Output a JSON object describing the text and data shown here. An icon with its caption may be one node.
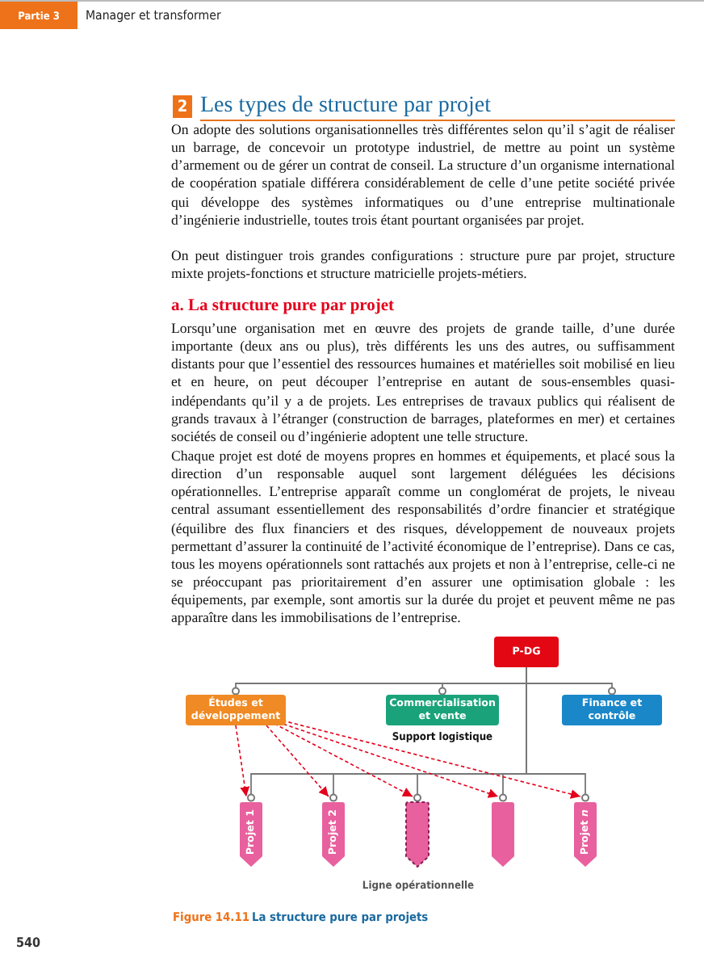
{
  "diagram": {
    "caption": "La structure pure par projets",
    "nodes": [
      {
        "text": [
          "P-DG"
        ]
      },
      {
        "text": [
          "Études et développement"
        ]
      },
      {
        "text": [
          "Commercialisation et vente"
        ],
        "beside": [
          "Support logistique"
        ]
      },
      {
        "text": [
          "Finance et contrôle"
        ]
      },
      {
        "text": [
          "Projet 1"
        ]
      },
      {
        "text": [
          "Projet 2"
        ]
      },
      {
        "text": [],
        "shape": "box"
      },
      {
        "text": [],
        "shape": "box"
      },
      {
        "text": [
          "Projet *n*"
        ]
      }
    ],
    "edges": [
      {
        "from": 0,
        "to": 1,
        "arrow": "other"
      },
      {
        "from": 0,
        "to": 2,
        "arrow": "other"
      },
      {
        "from": 0,
        "to": 3,
        "arrow": "other"
      },
      {
        "from": 0,
        "to": 4,
        "arrow": "other"
      },
      {
        "from": 0,
        "to": 5,
        "arrow": "other"
      },
      {
        "from": 0,
        "to": 6,
        "arrow": "other"
      },
      {
        "from": 0,
        "to": 7,
        "arrow": "other"
      },
      {
        "from": 0,
        "to": 8,
        "arrow": "other"
      },
      {
        "from": 1,
        "to": 4,
        "arrow": "to",
        "style": "dashed",
        "color": "#e3001b"
      },
      {
        "from": 1,
        "to": 5,
        "arrow": "to",
        "style": "dashed",
        "color": "#e3001b"
      },
      {
        "from": 1,
        "to": 6,
        "arrow": "to",
        "style": "dashed",
        "color": "#e3001b"
      },
      {
        "from": 1,
        "to": 7,
        "arrow": "to",
        "style": "dashed",
        "color": "#e3001b"
      },
      {
        "from": 1,
        "to": 8,
        "arrow": "to",
        "style": "dashed",
        "color": "#e3001b"
      }
    ],
    "labels": [
      "Partie 3",
      "Manager et transformer",
      "2",
      "Les types de structure par projet",
      "On adopte des solutions organisationnelles très différentes selon qu’il s’agit de réaliser un barrage, de concevoir un prototype industriel, de mettre au point un système d’armement ou de gérer un contrat de conseil. La structure d’un organisme international de coopération spatiale différera considérablement de celle d’une petite société privée qui développe des systèmes informatiques ou d’une entreprise multinationale d’ingénierie industrielle, toutes trois étant pourtant organisées par projet.",
      "On peut distinguer trois grandes configurations : structure pure par projet, structure mixte projets-fonctions et structure matricielle projets-métiers.",
      "a. La structure pure par projet",
      "Lorsqu’une organisation met en œuvre des projets de grande taille, d’une durée importante (deux ans ou plus), très différents les uns des autres, ou suffisamment distants pour que l’essentiel des ressources humaines et matérielles soit mobilisé en lieu et en heure, on peut découper l’entreprise en autant de sous-ensembles quasi-indépendants qu’il y a de projets. Les entreprises de travaux publics qui réalisent de grands travaux à l’étranger (construction de barrages, plateformes en mer) et certaines sociétés de conseil ou d’ingénierie adoptent une telle structure.",
      "Chaque projet est doté de moyens propres en hommes et équipements, et placé sous la direction d’un responsable auquel sont largement déléguées les décisions opérationnelles. L’entreprise apparaît comme un conglomérat de projets, le niveau central assumant essentiellement des responsabilités d’ordre financier et stratégique (équilibre des flux financiers et des risques, développement de nouveaux projets permettant d’assurer la continuité de l’activité économique de l’entreprise). Dans ce cas, tous les moyens opérationnels sont rattachés aux projets et non à l’entreprise, celle-ci ne se préoccupant pas prioritairement d’en assurer une optimisation globale : les équipements, par exemple, sont amortis sur la durée du projet et peuvent même ne pas apparaître dans les immobilisations de l’entreprise.",
      "Ligne opérationnelle",
      "Figure 14.11",
      "540"
    ]
  }
}
